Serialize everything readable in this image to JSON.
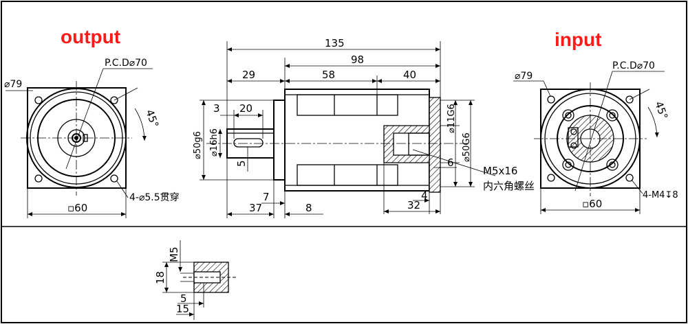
{
  "labels": {
    "output": "output",
    "input": "input"
  },
  "accent_color": "#ff1a1a",
  "output_view": {
    "outer_dia": "⌀79",
    "pcd": "P.C.D⌀70",
    "angle": "45°",
    "holes": "4-⌀5.5贯穿",
    "square": "▫60"
  },
  "side_view": {
    "overall": "135",
    "body": "98",
    "flange_to_body": "29",
    "section_a": "58",
    "section_b": "40",
    "key_offset": "3",
    "key_length": "20",
    "shaft_pilot": "⌀50g6",
    "shaft_dia": "⌀16h6",
    "key_width": "5",
    "flange_thk": "7",
    "shaft_len": "37",
    "gap": "8",
    "input_bore": "⌀11G6",
    "input_pilot": "⌀50G6",
    "recess": "6",
    "offset_4": "4",
    "bore_depth": "32",
    "screw": "M5x16",
    "screw_note": "内六角螺丝"
  },
  "input_view": {
    "outer_dia": "⌀79",
    "pcd": "P.C.D⌀70",
    "angle": "45°",
    "holes": "4-M4↧8",
    "square": "▫60"
  },
  "detail_view": {
    "thread": "M5",
    "height": "18",
    "depth": "5",
    "length": "15"
  }
}
